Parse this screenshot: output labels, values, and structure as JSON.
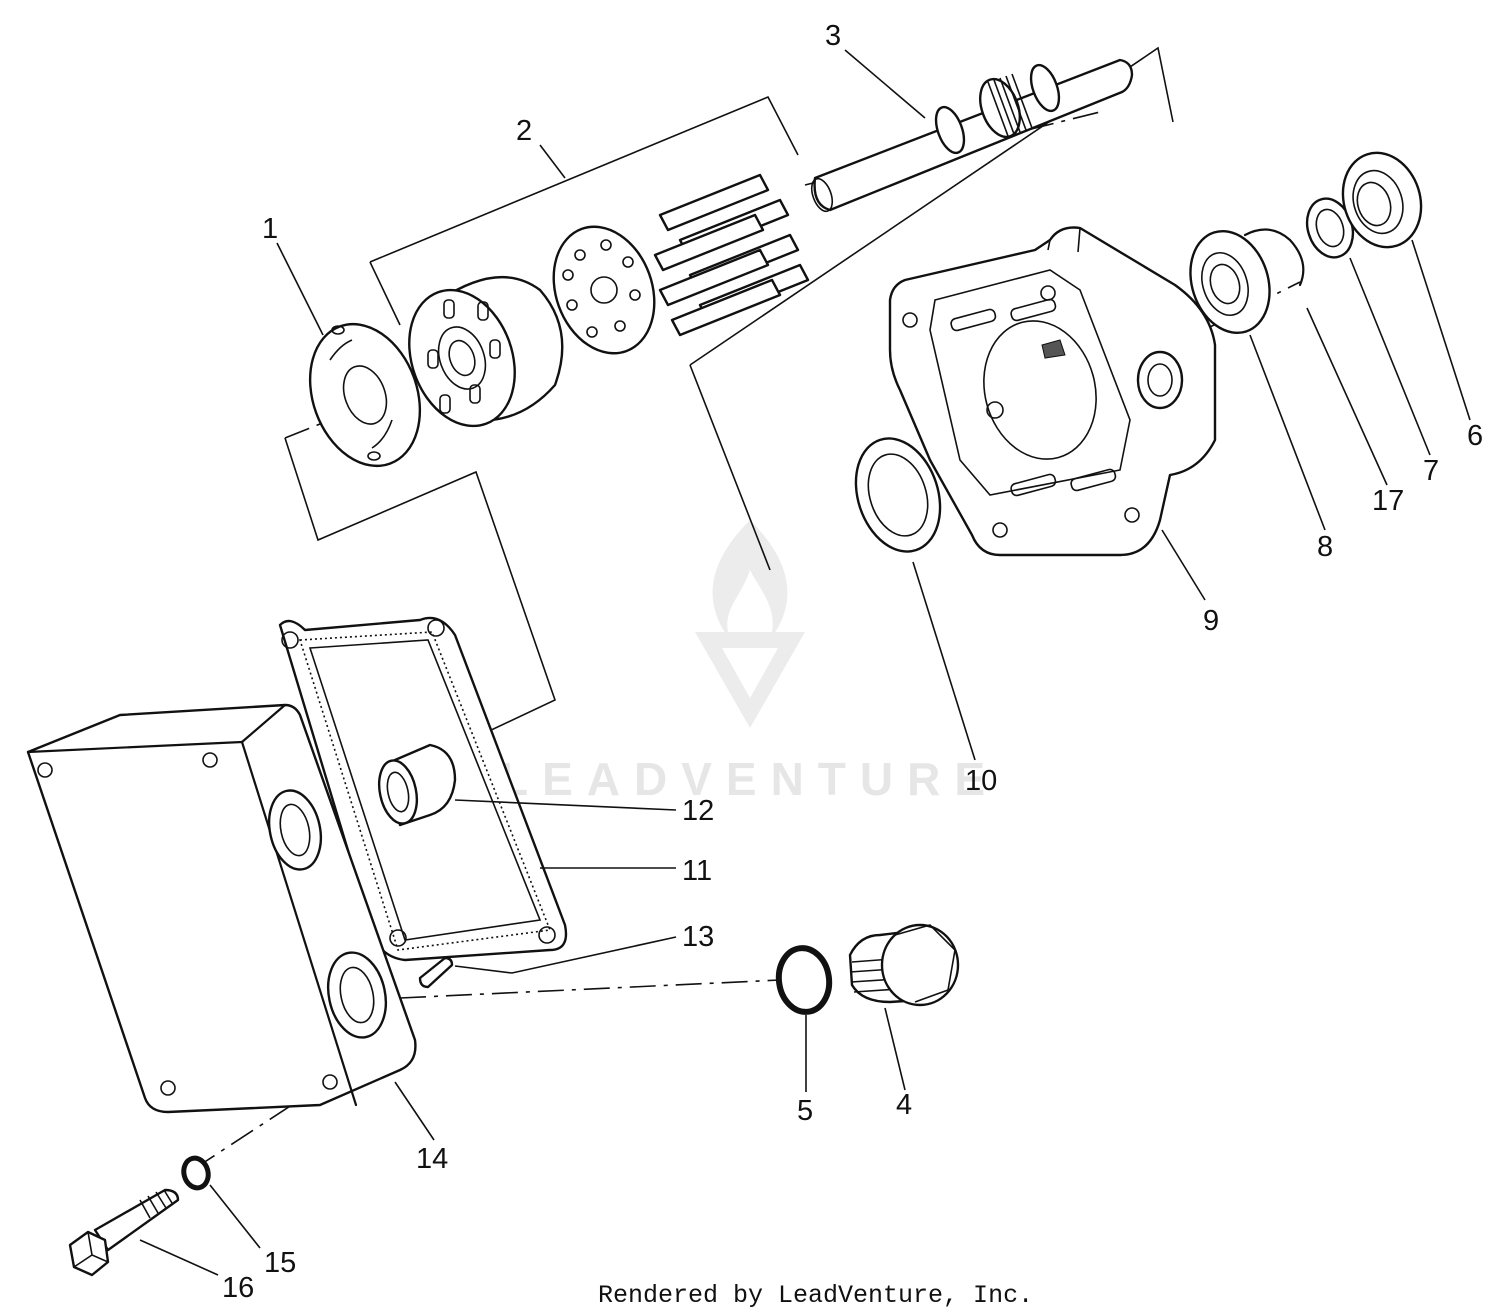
{
  "watermark": {
    "text": "LEADVENTURE",
    "color": "#e6e6e6"
  },
  "credit": "Rendered by LeadVenture, Inc.",
  "callouts": [
    "1",
    "2",
    "3",
    "4",
    "5",
    "6",
    "7",
    "8",
    "9",
    "10",
    "11",
    "12",
    "13",
    "14",
    "15",
    "16",
    "17"
  ],
  "colors": {
    "line": "#111111",
    "background": "#ffffff"
  }
}
